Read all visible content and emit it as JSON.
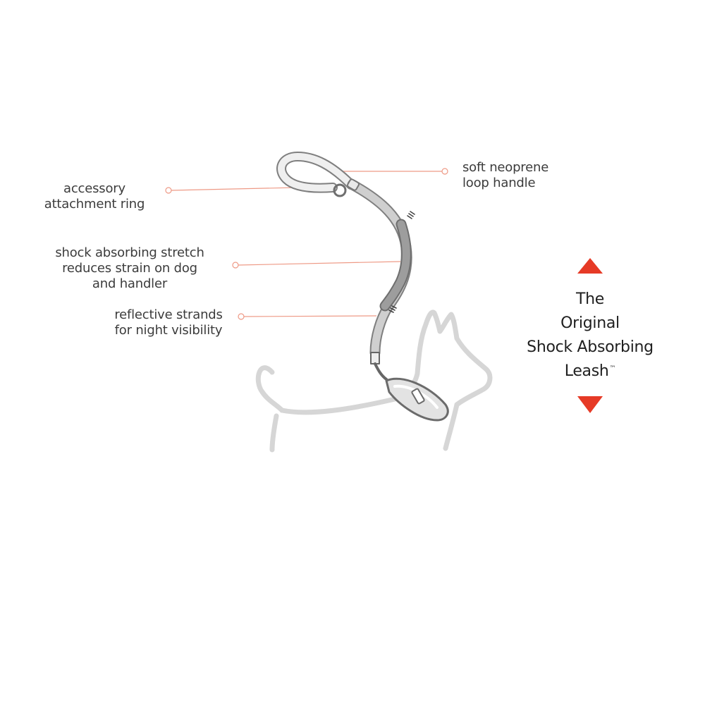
{
  "colors": {
    "accent_red": "#e63a26",
    "leader_line": "#ee9a86",
    "dog_outline": "#d3d3d3",
    "leash_stroke": "#7f7f7f",
    "leash_fill": "#c9c9c9",
    "text": "#3c3c3c"
  },
  "callouts": {
    "accessory_ring": [
      "accessory",
      "attachment ring"
    ],
    "shock_stretch": [
      "shock absorbing stretch",
      "reduces strain on dog",
      "and handler"
    ],
    "reflective": [
      "reflective strands",
      "for night visibility"
    ],
    "loop_handle": [
      "soft neoprene",
      "loop handle"
    ]
  },
  "tagline": {
    "lines": [
      "The",
      "Original",
      "Shock Absorbing",
      "Leash"
    ],
    "trademark": "™"
  },
  "icons": [
    "triangle-up-icon",
    "triangle-down-icon"
  ]
}
